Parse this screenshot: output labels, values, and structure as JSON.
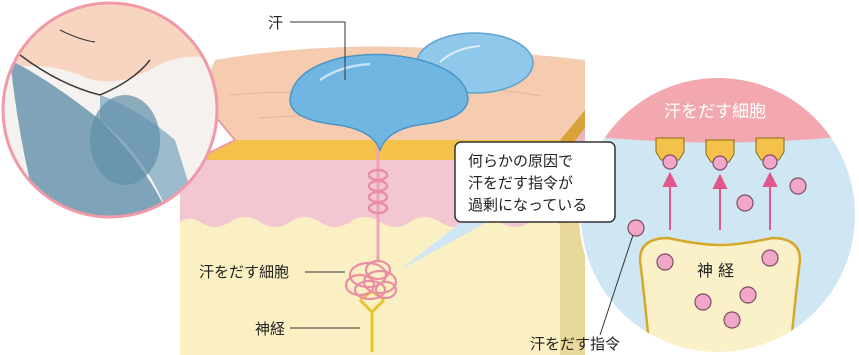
{
  "labels": {
    "sweat": "汗",
    "sweat_cells_left": "汗をだす細胞",
    "nerve_left": "神経",
    "callout_line_1": "何らかの原因で",
    "callout_line_2": "汗をだす指令が",
    "callout_line_3": "過剰になっている",
    "sweat_cells_right": "汗をだす細胞",
    "nerve_right": "神 経",
    "sweat_command": "汗をだす指令"
  },
  "colors": {
    "sweat_drop": "#6fb6e3",
    "skin_surface": "#f5ccb0",
    "fat_layer": "#f4c24a",
    "dermis": "#f2c7d2",
    "subcutis": "#fbf0c4",
    "nerve": "#e6c431",
    "gland": "#f0a3b6",
    "zoom_bg": "#cfe6f3",
    "cells_cap": "#f2a8ae",
    "signal_arrow": "#e2568a",
    "particle": "#f2a7c8",
    "callout_pointer": "#f09aa8"
  }
}
